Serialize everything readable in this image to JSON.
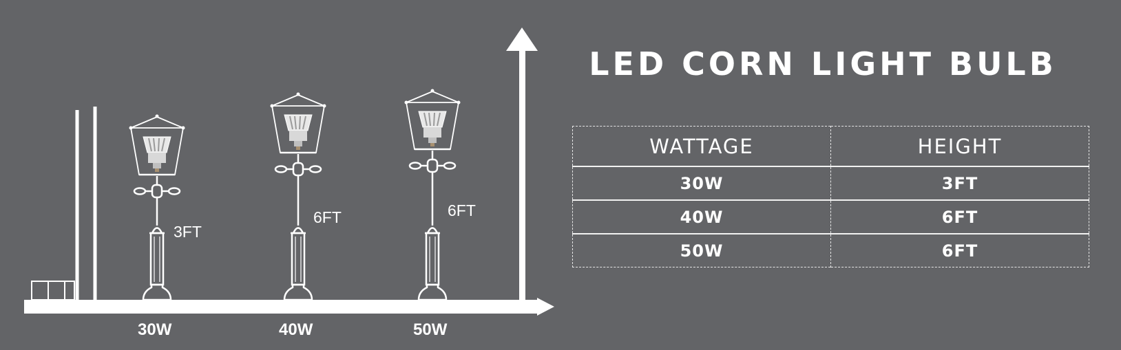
{
  "title": "LED CORN LIGHT BULB",
  "table": {
    "headers": [
      "WATTAGE",
      "HEIGHT"
    ],
    "rows": [
      [
        "30W",
        "3FT"
      ],
      [
        "40W",
        "6FT"
      ],
      [
        "50W",
        "6FT"
      ]
    ]
  },
  "diagram": {
    "lamps": [
      {
        "wattage": "30W",
        "height": "3FT"
      },
      {
        "wattage": "40W",
        "height": "6FT"
      },
      {
        "wattage": "50W",
        "height": "6FT"
      }
    ]
  },
  "colors": {
    "background": "#636467",
    "foreground": "#ffffff"
  },
  "icons": [
    "lamp-post-icon",
    "corn-bulb-icon",
    "fence-icon",
    "up-arrow-icon",
    "right-arrow-icon"
  ]
}
